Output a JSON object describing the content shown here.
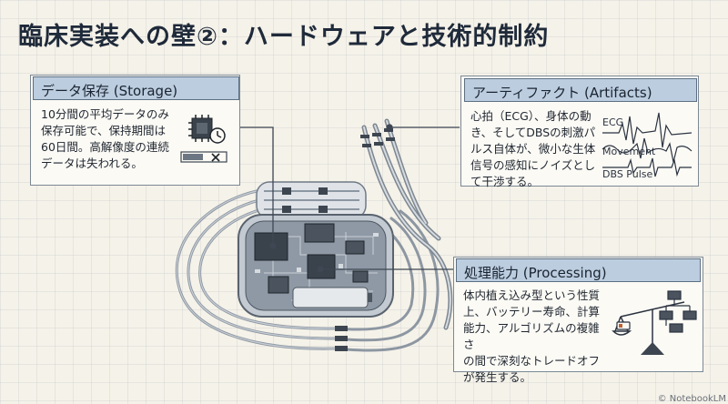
{
  "title": "臨床実装への壁②：ハードウェアと技術的制約",
  "storage": {
    "heading": "データ保存 (Storage)",
    "lines": [
      "10分間の平均データのみ",
      "保存可能で、保持期間は",
      "60日間。高解像度の連続",
      "データは失われる。"
    ]
  },
  "artifacts": {
    "heading": "アーティファクト (Artifacts)",
    "lines": [
      "心拍（ECG）、身体の動",
      "き、そしてDBSの刺激パ",
      "ルス自体が、微小な生体",
      "信号の感知にノイズとし",
      "て干渉する。"
    ],
    "signal_labels": [
      "ECG",
      "Movement",
      "DBS Pulse"
    ]
  },
  "processing": {
    "heading": "処理能力 (Processing)",
    "lines": [
      "体内植え込み型という性質",
      "上、バッテリー寿命、計算",
      "能力、アルゴリズムの複雑さ",
      "の間で深刻なトレードオフ",
      "が発生する。"
    ]
  },
  "watermark": "© NotebookLM",
  "icons": [
    "chip-clock-icon",
    "battery-low-icon",
    "balance-scale-icon",
    "flowchart-icon",
    "stimulator-device-icon"
  ]
}
